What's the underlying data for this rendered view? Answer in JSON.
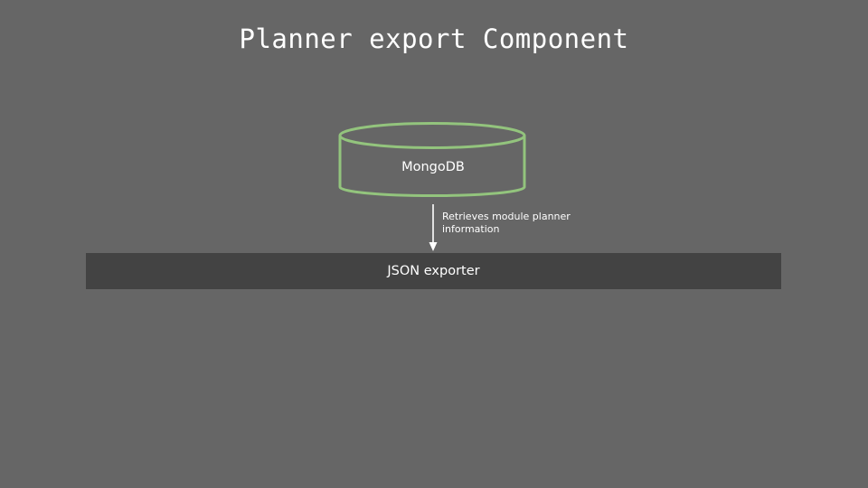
{
  "title": "Planner export Component",
  "colors": {
    "background": "#666666",
    "database_stroke": "#93c47d",
    "exporter_fill": "#434343",
    "text": "#ffffff",
    "arrow": "#ffffff"
  },
  "nodes": {
    "database": {
      "label": "MongoDB",
      "shape": "cylinder"
    },
    "exporter": {
      "label": "JSON exporter",
      "shape": "rectangle"
    }
  },
  "edges": [
    {
      "from": "database",
      "to": "exporter",
      "label": "Retrieves module planner information"
    }
  ]
}
